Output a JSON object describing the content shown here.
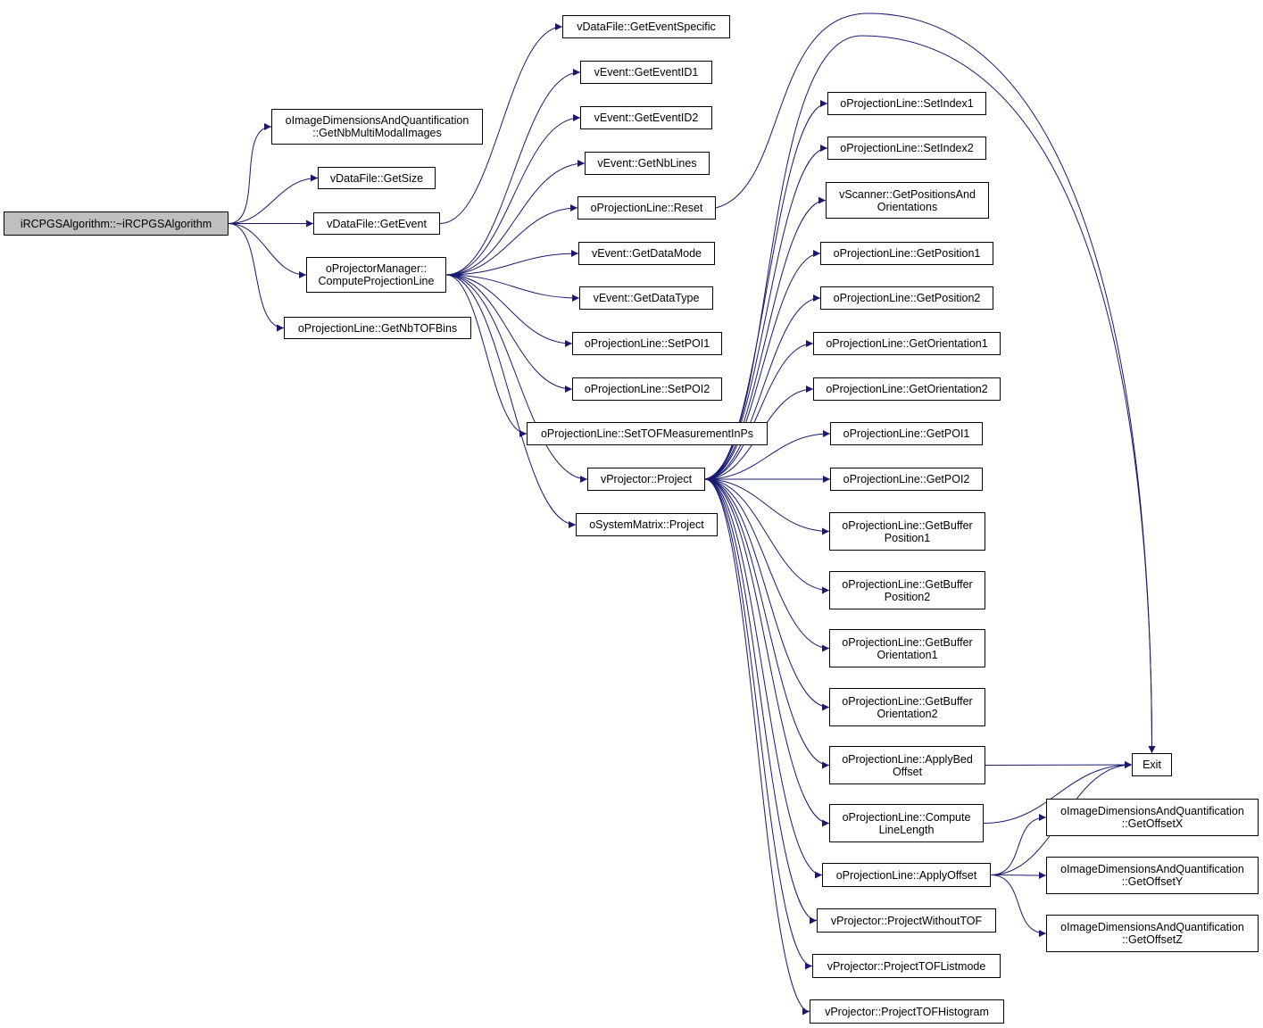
{
  "colors": {
    "edge": "#191970",
    "root_fill": "#bfbfbf",
    "node_fill": "#ffffff",
    "border": "#000000"
  },
  "nodes": {
    "root": {
      "l1": "iRCPGSAlgorithm::~iRCPGSAlgorithm"
    },
    "getnbmm": {
      "l1": "oImageDimensionsAndQuantification",
      "l2": "::GetNbMultiModalImages"
    },
    "getsize": {
      "l1": "vDataFile::GetSize"
    },
    "getevent": {
      "l1": "vDataFile::GetEvent"
    },
    "cpl": {
      "l1": "oProjectorManager::",
      "l2": "ComputeProjectionLine"
    },
    "getnbtof": {
      "l1": "oProjectionLine::GetNbTOFBins"
    },
    "evspec": {
      "l1": "vDataFile::GetEventSpecific"
    },
    "evid1": {
      "l1": "vEvent::GetEventID1"
    },
    "evid2": {
      "l1": "vEvent::GetEventID2"
    },
    "nblines": {
      "l1": "vEvent::GetNbLines"
    },
    "reset": {
      "l1": "oProjectionLine::Reset"
    },
    "datamode": {
      "l1": "vEvent::GetDataMode"
    },
    "datatype": {
      "l1": "vEvent::GetDataType"
    },
    "setpoi1": {
      "l1": "oProjectionLine::SetPOI1"
    },
    "setpoi2": {
      "l1": "oProjectionLine::SetPOI2"
    },
    "settof": {
      "l1": "oProjectionLine::SetTOFMeasurementInPs"
    },
    "vproject": {
      "l1": "vProjector::Project"
    },
    "sysproject": {
      "l1": "oSystemMatrix::Project"
    },
    "setidx1": {
      "l1": "oProjectionLine::SetIndex1"
    },
    "setidx2": {
      "l1": "oProjectionLine::SetIndex2"
    },
    "scanpos": {
      "l1": "vScanner::GetPositionsAnd",
      "l2": "Orientations"
    },
    "getpos1": {
      "l1": "oProjectionLine::GetPosition1"
    },
    "getpos2": {
      "l1": "oProjectionLine::GetPosition2"
    },
    "getori1": {
      "l1": "oProjectionLine::GetOrientation1"
    },
    "getori2": {
      "l1": "oProjectionLine::GetOrientation2"
    },
    "getpoi1": {
      "l1": "oProjectionLine::GetPOI1"
    },
    "getpoi2": {
      "l1": "oProjectionLine::GetPOI2"
    },
    "bufpos1": {
      "l1": "oProjectionLine::GetBuffer",
      "l2": "Position1"
    },
    "bufpos2": {
      "l1": "oProjectionLine::GetBuffer",
      "l2": "Position2"
    },
    "bufori1": {
      "l1": "oProjectionLine::GetBuffer",
      "l2": "Orientation1"
    },
    "bufori2": {
      "l1": "oProjectionLine::GetBuffer",
      "l2": "Orientation2"
    },
    "bedoffset": {
      "l1": "oProjectionLine::ApplyBed",
      "l2": "Offset"
    },
    "linelen": {
      "l1": "oProjectionLine::Compute",
      "l2": "LineLength"
    },
    "applyoffset": {
      "l1": "oProjectionLine::ApplyOffset"
    },
    "projnotof": {
      "l1": "vProjector::ProjectWithoutTOF"
    },
    "projtoflist": {
      "l1": "vProjector::ProjectTOFListmode"
    },
    "projtofhist": {
      "l1": "vProjector::ProjectTOFHistogram"
    },
    "exit": {
      "l1": "Exit"
    },
    "offx": {
      "l1": "oImageDimensionsAndQuantification",
      "l2": "::GetOffsetX"
    },
    "offy": {
      "l1": "oImageDimensionsAndQuantification",
      "l2": "::GetOffsetY"
    },
    "offz": {
      "l1": "oImageDimensionsAndQuantification",
      "l2": "::GetOffsetZ"
    }
  },
  "edges": [
    [
      "root",
      "getnbmm"
    ],
    [
      "root",
      "getsize"
    ],
    [
      "root",
      "getevent"
    ],
    [
      "root",
      "cpl"
    ],
    [
      "root",
      "getnbtof"
    ],
    [
      "getevent",
      "evspec"
    ],
    [
      "cpl",
      "evid1"
    ],
    [
      "cpl",
      "evid2"
    ],
    [
      "cpl",
      "nblines"
    ],
    [
      "cpl",
      "reset"
    ],
    [
      "cpl",
      "datamode"
    ],
    [
      "cpl",
      "datatype"
    ],
    [
      "cpl",
      "setpoi1"
    ],
    [
      "cpl",
      "setpoi2"
    ],
    [
      "cpl",
      "settof"
    ],
    [
      "cpl",
      "vproject"
    ],
    [
      "cpl",
      "sysproject"
    ],
    [
      "reset",
      "exit"
    ],
    [
      "vproject",
      "setidx1"
    ],
    [
      "vproject",
      "setidx2"
    ],
    [
      "vproject",
      "scanpos"
    ],
    [
      "vproject",
      "getpos1"
    ],
    [
      "vproject",
      "getpos2"
    ],
    [
      "vproject",
      "getori1"
    ],
    [
      "vproject",
      "getori2"
    ],
    [
      "vproject",
      "getpoi1"
    ],
    [
      "vproject",
      "getpoi2"
    ],
    [
      "vproject",
      "bufpos1"
    ],
    [
      "vproject",
      "bufpos2"
    ],
    [
      "vproject",
      "bufori1"
    ],
    [
      "vproject",
      "bufori2"
    ],
    [
      "vproject",
      "bedoffset"
    ],
    [
      "vproject",
      "linelen"
    ],
    [
      "vproject",
      "applyoffset"
    ],
    [
      "vproject",
      "projnotof"
    ],
    [
      "vproject",
      "projtoflist"
    ],
    [
      "vproject",
      "projtofhist"
    ],
    [
      "vproject",
      "exit"
    ],
    [
      "bedoffset",
      "exit"
    ],
    [
      "linelen",
      "exit"
    ],
    [
      "applyoffset",
      "exit"
    ],
    [
      "applyoffset",
      "offx"
    ],
    [
      "applyoffset",
      "offy"
    ],
    [
      "applyoffset",
      "offz"
    ]
  ]
}
